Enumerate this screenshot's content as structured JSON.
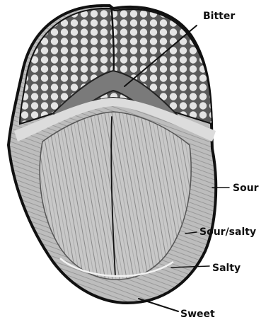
{
  "labels": {
    "bitter": "Bitter",
    "sour": "Sour",
    "sour_salty": "Sour/salty",
    "salty": "Salty",
    "sweet": "Sweet"
  },
  "colors": {
    "ink": "#111111",
    "tongue_back": "#9a9a9a",
    "tongue_body": "#c9c9c9",
    "background": "#ffffff"
  }
}
